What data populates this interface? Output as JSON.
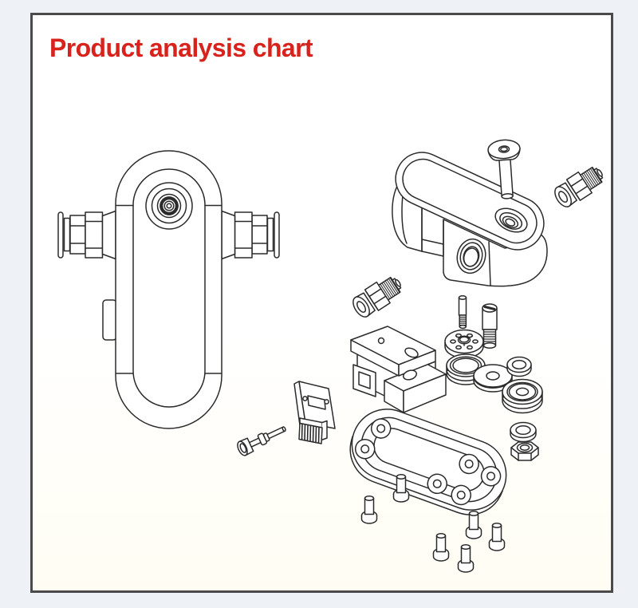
{
  "title": {
    "text": "Product analysis chart",
    "color": "#d8231d"
  },
  "canvas": {
    "page_background": "#eef1f5",
    "panel_background": "#ffffff",
    "panel_border_color": "#4a4a4a",
    "line_color": "#2b2b2b"
  },
  "diagram": {
    "kind": "exploded-parts-line-drawing",
    "views": [
      {
        "label": "assembled-product-front-view",
        "parts": [
          "main housing",
          "indicator lens",
          "push-in fitting left",
          "push-in fitting right",
          "side tab"
        ]
      },
      {
        "label": "exploded-view",
        "parts": [
          "top cover block",
          "button head screw",
          "threaded fitting upper right",
          "threaded fitting mid left",
          "switch block",
          "spring pin",
          "slotted stud",
          "perforated rotor disc",
          "grooved seal ring",
          "flat disc washer",
          "spacer ring",
          "pulley wheel",
          "flat washer",
          "hex nut",
          "oval base plate",
          "connector bracket",
          "ribbed connector",
          "long socket screw with spacer",
          "mounting screws"
        ]
      }
    ]
  }
}
